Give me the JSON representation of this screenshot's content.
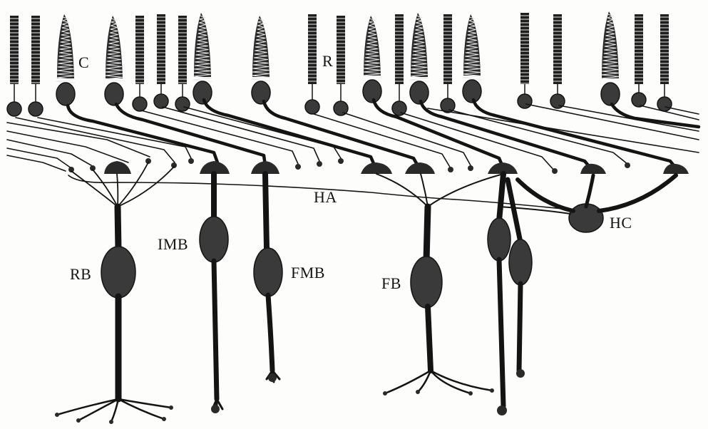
{
  "figure": {
    "labels": {
      "cone": "C",
      "rod": "R",
      "horizontal_axon": "HA",
      "horizontal_cell": "HC",
      "invaginating_midget_bipolar": "IMB",
      "flat_midget_bipolar": "FMB",
      "rod_bipolar": "RB",
      "flat_bipolar": "FB"
    },
    "colors": {
      "ink": "#141414",
      "paper": "#fdfdfb"
    }
  }
}
